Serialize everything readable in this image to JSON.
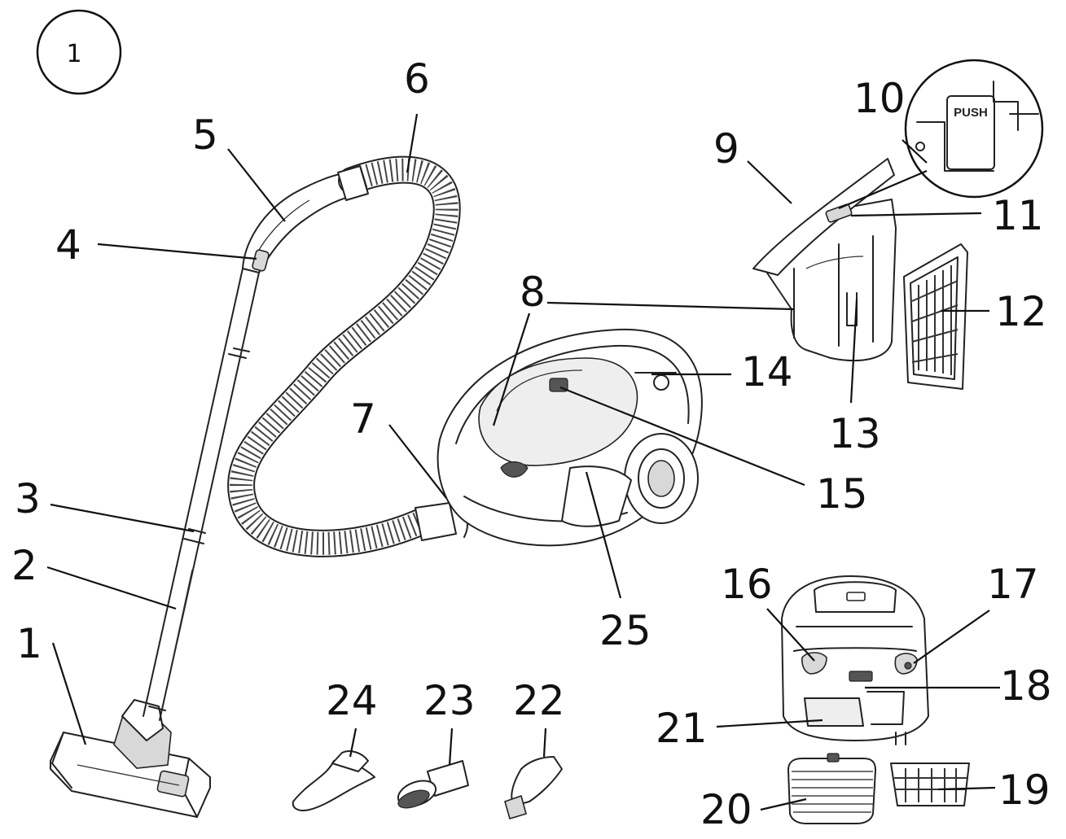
{
  "figure_number": "1",
  "inset_text": "PUSH",
  "callouts": [
    "1",
    "2",
    "3",
    "4",
    "5",
    "6",
    "7",
    "8",
    "9",
    "10",
    "11",
    "12",
    "13",
    "14",
    "15",
    "16",
    "17",
    "18",
    "19",
    "20",
    "21",
    "22",
    "23",
    "24",
    "25"
  ]
}
